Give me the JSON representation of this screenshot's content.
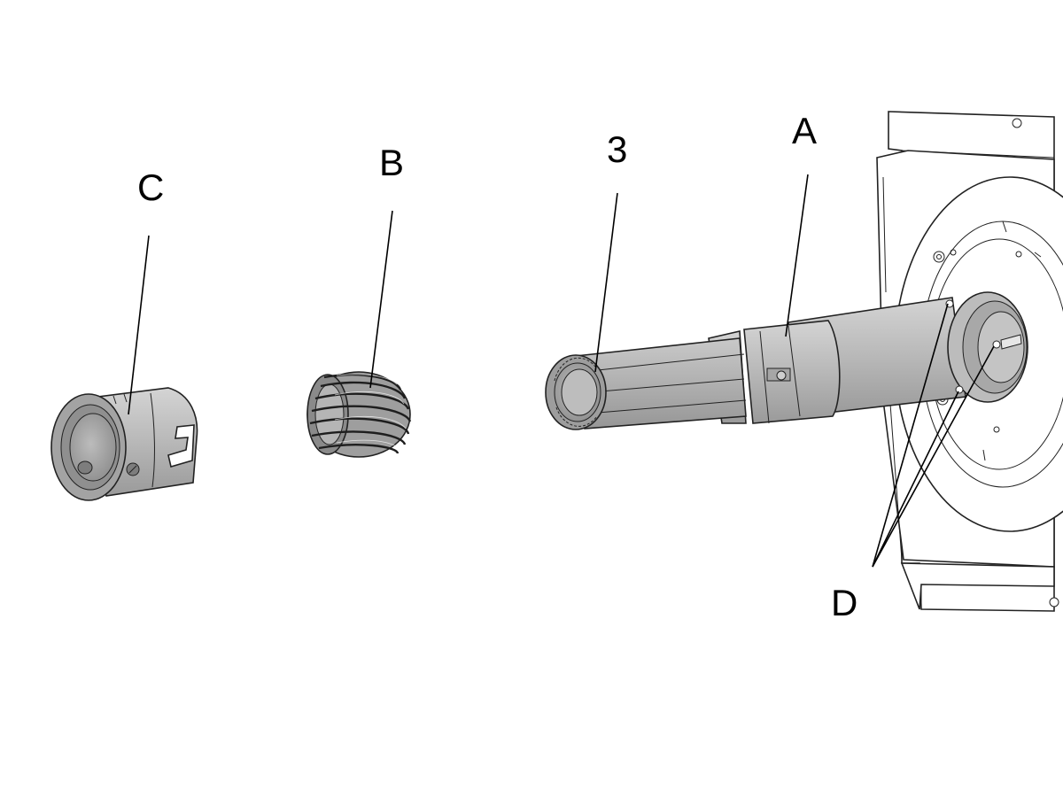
{
  "colors": {
    "metal": "#b4b4b4",
    "metal_light": "#cfcfcf",
    "metal_dark": "#8e8e8e",
    "housing": "#ffffff",
    "outline": "#222222",
    "label": "#000000"
  },
  "callouts": {
    "c": "C",
    "b": "B",
    "three": "3",
    "a": "A",
    "d": "D"
  },
  "parts": {
    "c": {
      "icon": "slotted-collar-icon"
    },
    "b": {
      "icon": "coil-spring-icon"
    },
    "three": {
      "icon": "tube-icon"
    },
    "a": {
      "icon": "shaft-icon"
    },
    "housing": {
      "icon": "machine-housing-icon"
    }
  }
}
